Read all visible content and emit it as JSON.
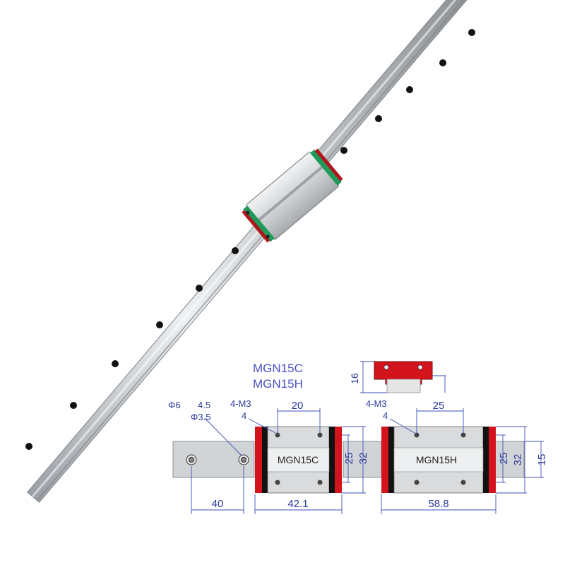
{
  "models": {
    "line1": "MGN15C",
    "line2": "MGN15H"
  },
  "profile": {
    "height": "16"
  },
  "rail": {
    "hole_callout_diameter": "Φ6",
    "hole_callout_depth": "4.5",
    "hole_callout_through": "Φ3.5",
    "pitch": "40",
    "width": "15"
  },
  "block_c": {
    "label": "MGN15C",
    "thread": "4-M3",
    "thread_depth": "4",
    "hole_spacing_x": "20",
    "hole_spacing_y": "25",
    "body_width": "32",
    "length": "42.1"
  },
  "block_h": {
    "label": "MGN15H",
    "thread": "4-M3",
    "thread_depth": "4",
    "hole_spacing_x": "25",
    "hole_spacing_y": "25",
    "body_width": "32",
    "length": "58.8"
  },
  "colors": {
    "rail": "#c9cdd2",
    "carriage_seal": "#1e9a5a",
    "end_cap": "#d3141c",
    "dimension_text": "#2b3a9a",
    "model_text": "#4a4fc8"
  }
}
